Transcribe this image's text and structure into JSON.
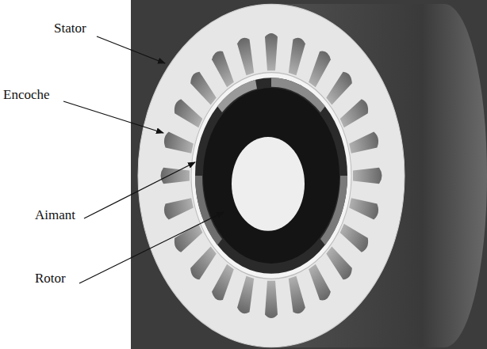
{
  "diagram": {
    "labels": [
      "Stator",
      "Encoche",
      "Aimant",
      "Rotor"
    ]
  }
}
